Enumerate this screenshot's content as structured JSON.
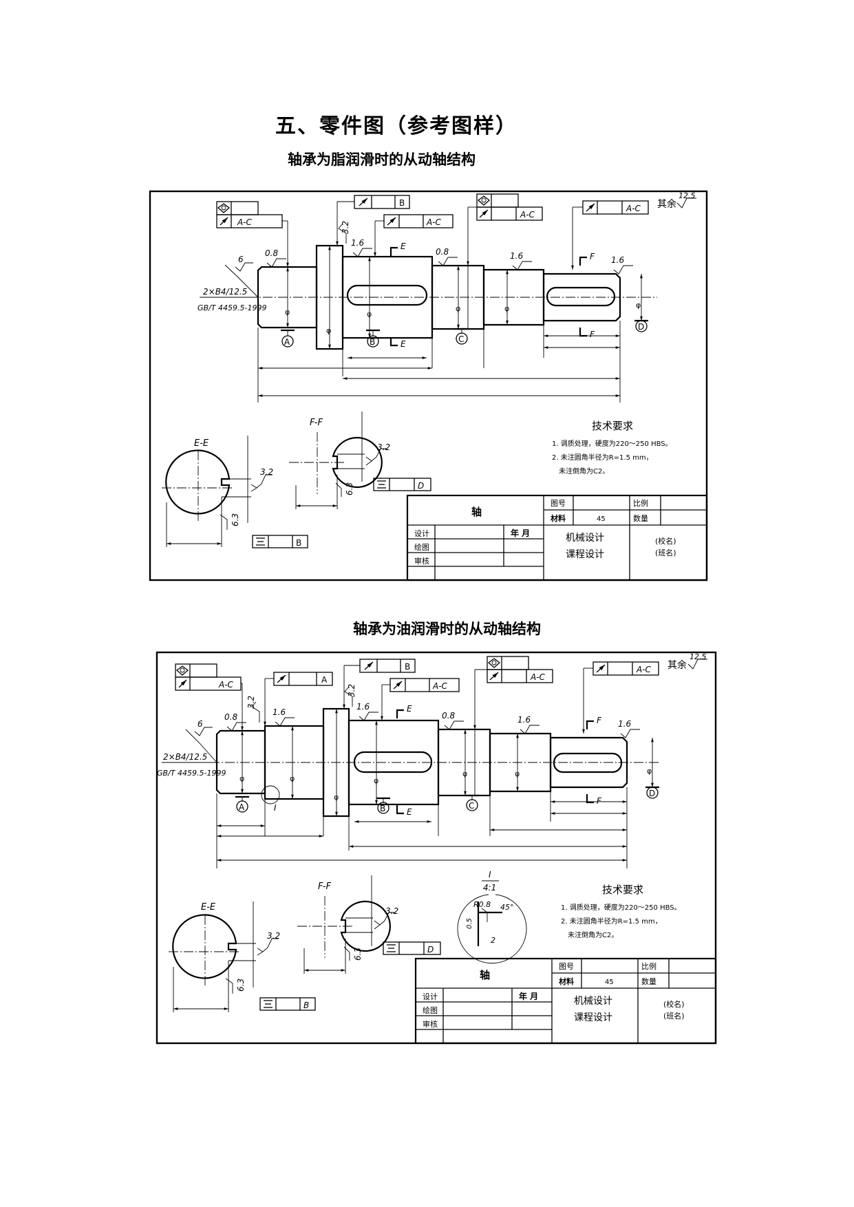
{
  "page": {
    "title": "五、零件图（参考图样）",
    "caption_grease": "轴承为脂润滑时的从动轴结构",
    "caption_oil": "轴承为油润滑时的从动轴结构"
  },
  "drawing_grease": {
    "datum_labels": [
      "A",
      "B",
      "C",
      "D"
    ],
    "surface_roughness": [
      "0.8",
      "1.6",
      "0.8",
      "1.6",
      "1.6",
      "3.2",
      "12.5"
    ],
    "roughness_rest_label": "其余",
    "rest_roughness": "12.5",
    "center_hole_label": "2×B4/12.5",
    "center_hole_standard": "GB/T 4459.5-1999",
    "center_hole_roughness": "6",
    "tolerance_frames": [
      {
        "symbol": "cylindricity",
        "datum": ""
      },
      {
        "symbol": "runout",
        "datum": "A-C"
      },
      {
        "symbol": "runout",
        "datum": "B"
      },
      {
        "symbol": "runout",
        "datum": "A-C"
      },
      {
        "symbol": "cylindricity",
        "datum": ""
      },
      {
        "symbol": "runout",
        "datum": "A-C"
      },
      {
        "symbol": "runout",
        "datum": "A-C"
      }
    ],
    "section_E": {
      "label": "E-E",
      "roughness_keyway": "3.2",
      "roughness_bottom": "6.3",
      "symmetry_datum": "B"
    },
    "section_F": {
      "label": "F-F",
      "roughness_keyway": "3.2",
      "roughness_bottom": "6.3",
      "symmetry_datum": "D"
    },
    "section_markers": [
      "E",
      "E",
      "F",
      "F"
    ],
    "phi_mark": "φ",
    "tech_requirements": {
      "title": "技术要求",
      "lines": [
        "1. 调质处理，硬度为220～250 HBS。",
        "2. 未注圆角半径为R=1.5 mm，",
        "未注倒角为C2。"
      ]
    },
    "title_block": {
      "part_name": "轴",
      "drawing_no_label": "图号",
      "scale_label": "比例",
      "material_label": "材料",
      "material_value": "45",
      "quantity_label": "数量",
      "design_label": "设计",
      "drawn_label": "绘图",
      "review_label": "审核",
      "date_label": "年 月",
      "course_line1": "机械设计",
      "course_line2": "课程设计",
      "school": "(校名)",
      "class": "(班名)"
    }
  },
  "drawing_oil": {
    "datum_labels": [
      "A",
      "B",
      "C",
      "D"
    ],
    "surface_roughness": [
      "0.8",
      "1.6",
      "1.6",
      "0.8",
      "1.6",
      "1.6",
      "3.2",
      "3.2",
      "12.5"
    ],
    "roughness_rest_label": "其余",
    "rest_roughness": "12.5",
    "center_hole_label": "2×B4/12.5",
    "center_hole_standard": "GB/T 4459.5-1999",
    "center_hole_roughness": "6",
    "detail_mark": "I",
    "detail_view": {
      "label": "I",
      "scale": "4:1",
      "radius": "R0.8",
      "chamfer": "45°",
      "dim_a": "0.5",
      "dim_b": "2"
    },
    "tolerance_frames": [
      {
        "symbol": "cylindricity",
        "datum": ""
      },
      {
        "symbol": "runout",
        "datum": "A-C"
      },
      {
        "symbol": "runout",
        "datum": "A"
      },
      {
        "symbol": "runout",
        "datum": "B"
      },
      {
        "symbol": "runout",
        "datum": "A-C"
      },
      {
        "symbol": "cylindricity",
        "datum": ""
      },
      {
        "symbol": "runout",
        "datum": "A-C"
      },
      {
        "symbol": "runout",
        "datum": "A-C"
      }
    ],
    "section_E": {
      "label": "E-E",
      "roughness_keyway": "3.2",
      "roughness_bottom": "6.3",
      "symmetry_datum": "B"
    },
    "section_F": {
      "label": "F-F",
      "roughness_keyway": "3.2",
      "roughness_bottom": "6.3",
      "symmetry_datum": "D"
    },
    "section_markers": [
      "E",
      "E",
      "F",
      "F"
    ],
    "phi_mark": "φ",
    "tech_requirements": {
      "title": "技术要求",
      "lines": [
        "1. 调质处理，硬度为220～250 HBS。",
        "2. 未注圆角半径为R=1.5 mm，",
        "未注倒角为C2。"
      ]
    },
    "title_block": {
      "part_name": "轴",
      "drawing_no_label": "图号",
      "scale_label": "比例",
      "material_label": "材料",
      "material_value": "45",
      "quantity_label": "数量",
      "design_label": "设计",
      "drawn_label": "绘图",
      "review_label": "审核",
      "date_label": "年 月",
      "course_line1": "机械设计",
      "course_line2": "课程设计",
      "school": "(校名)",
      "class": "(班名)"
    }
  }
}
